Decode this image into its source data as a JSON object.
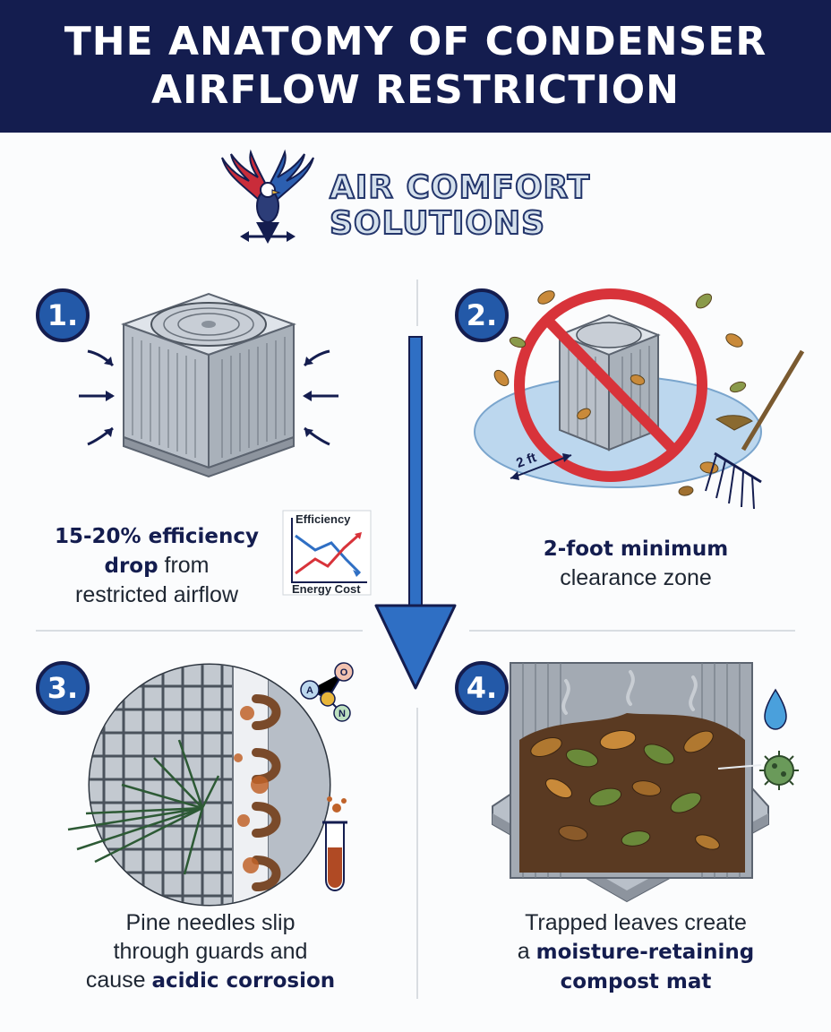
{
  "header": {
    "title_line1": "THE ANATOMY OF CONDENSER",
    "title_line2": "AIRFLOW RESTRICTION"
  },
  "brand": {
    "name_line1": "AIR COMFORT",
    "name_line2": "SOLUTIONS",
    "logo_icon": "eagle-logo-icon"
  },
  "colors": {
    "navy": "#141d4f",
    "badge_blue": "#2359a8",
    "arrow_blue": "#2f6fc4",
    "warning_red": "#d8333a",
    "clearance_blue": "#bcd7ee"
  },
  "panels": [
    {
      "number": "1.",
      "caption_bold1": "15-20% efficiency",
      "caption_bold2": "drop",
      "caption_rest2": " from",
      "caption_line3": "restricted airflow",
      "mini_chart": {
        "label_top": "Efficiency",
        "label_bottom": "Energy Cost"
      }
    },
    {
      "number": "2.",
      "caption_bold1": "2-foot minimum",
      "caption_line2": "clearance zone",
      "distance_label": "2 ft"
    },
    {
      "number": "3.",
      "caption_line1": "Pine needles slip",
      "caption_line2": "through guards and",
      "caption_plain3": "cause ",
      "caption_bold3": "acidic corrosion",
      "molecule": {
        "a": "A",
        "o": "O",
        "n": "N"
      }
    },
    {
      "number": "4.",
      "caption_line1": "Trapped leaves create",
      "caption_plain2": "a ",
      "caption_bold2": "moisture-retaining",
      "caption_bold3": "compost mat"
    }
  ]
}
